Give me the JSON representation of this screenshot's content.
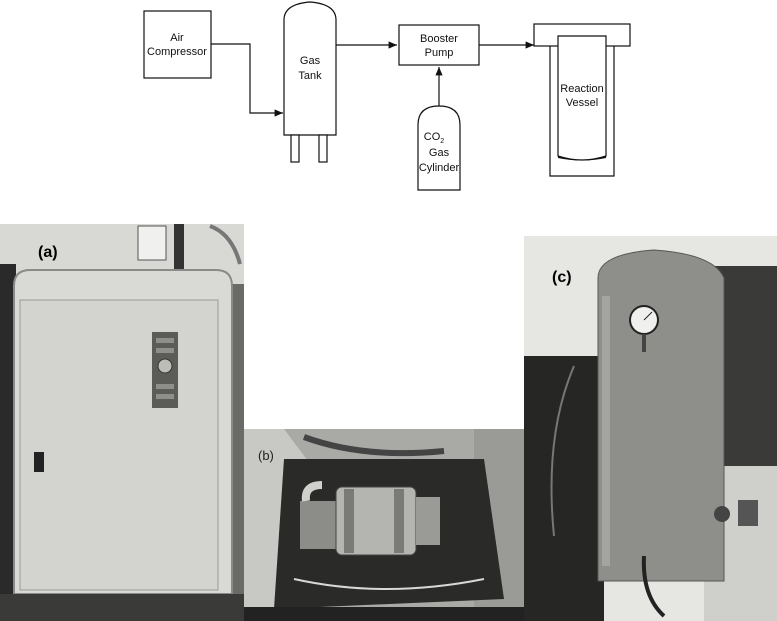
{
  "diagram": {
    "air_compressor": [
      "Air",
      "Compressor"
    ],
    "gas_tank": [
      "Gas",
      "Tank"
    ],
    "booster_pump": [
      "Booster",
      "Pump"
    ],
    "co2_cylinder": {
      "line1_main": "CO",
      "line1_sub": "2",
      "line2": "Gas",
      "line3": "Cylinder"
    },
    "reaction_vessel": [
      "Reaction",
      "Vessel"
    ]
  },
  "photos": {
    "a": "(a)",
    "b": "(b)",
    "c": "(c)"
  }
}
